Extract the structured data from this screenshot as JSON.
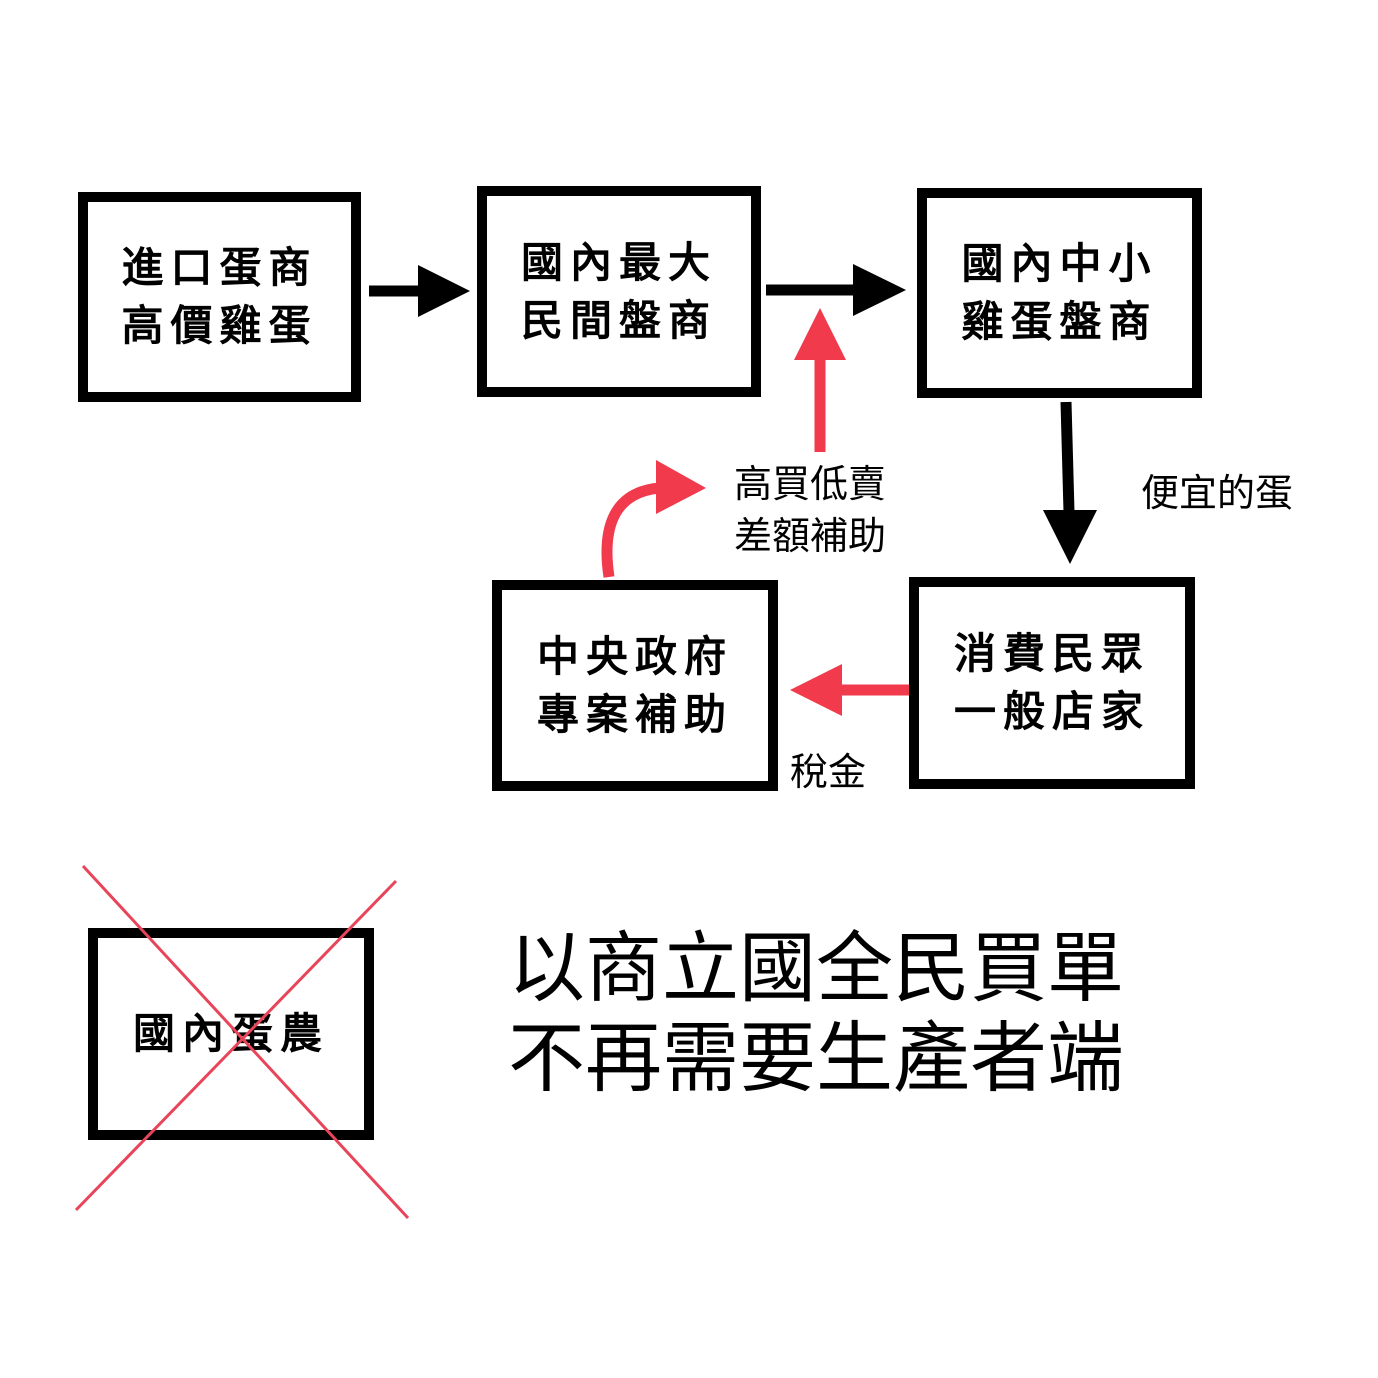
{
  "boxes": {
    "import_egg": {
      "line1": "進口蛋商",
      "line2": "高價雞蛋"
    },
    "big_dealer": {
      "line1": "國內最大",
      "line2": "民間盤商"
    },
    "small_dealer": {
      "line1": "國內中小",
      "line2": "雞蛋盤商"
    },
    "consumers": {
      "line1": "消費民眾",
      "line2": "一般店家"
    },
    "government": {
      "line1": "中央政府",
      "line2": "專案補助"
    },
    "farmers": {
      "line1": "國內蛋農"
    }
  },
  "labels": {
    "cheap_egg": "便宜的蛋",
    "subsidy_line1": "高買低賣",
    "subsidy_line2": "差額補助",
    "tax": "稅金"
  },
  "slogan": {
    "line1": "以商立國全民買單",
    "line2": "不再需要生產者端"
  },
  "colors": {
    "black_arrow": "#000000",
    "red_arrow": "#f23a4d",
    "cross": "#e8445a"
  }
}
